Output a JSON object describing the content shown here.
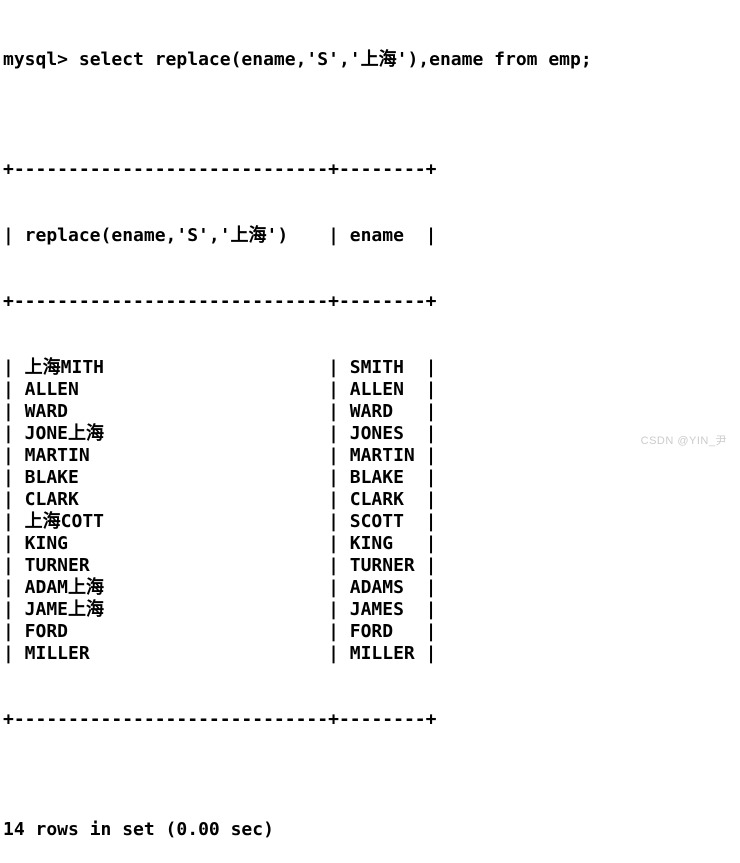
{
  "terminal": {
    "command_line": "mysql> select replace(ename,'S','上海'),ename from emp;",
    "result_table": {
      "border": "+-----------------------------+--------+",
      "headers": [
        "replace(ename,'S','上海')",
        "ename"
      ],
      "rows": [
        [
          "上海MITH",
          "SMITH"
        ],
        [
          "ALLEN",
          "ALLEN"
        ],
        [
          "WARD",
          "WARD"
        ],
        [
          "JONE上海",
          "JONES"
        ],
        [
          "MARTIN",
          "MARTIN"
        ],
        [
          "BLAKE",
          "BLAKE"
        ],
        [
          "CLARK",
          "CLARK"
        ],
        [
          "上海COTT",
          "SCOTT"
        ],
        [
          "KING",
          "KING"
        ],
        [
          "TURNER",
          "TURNER"
        ],
        [
          "ADAM上海",
          "ADAMS"
        ],
        [
          "JAME上海",
          "JAMES"
        ],
        [
          "FORD",
          "FORD"
        ],
        [
          "MILLER",
          "MILLER"
        ]
      ]
    },
    "status": "14 rows in set (0.00 sec)"
  },
  "watermark": "CSDN @YIN_尹",
  "colors": {
    "text": "#000000",
    "background": "#ffffff",
    "watermark": "#cccccc"
  }
}
